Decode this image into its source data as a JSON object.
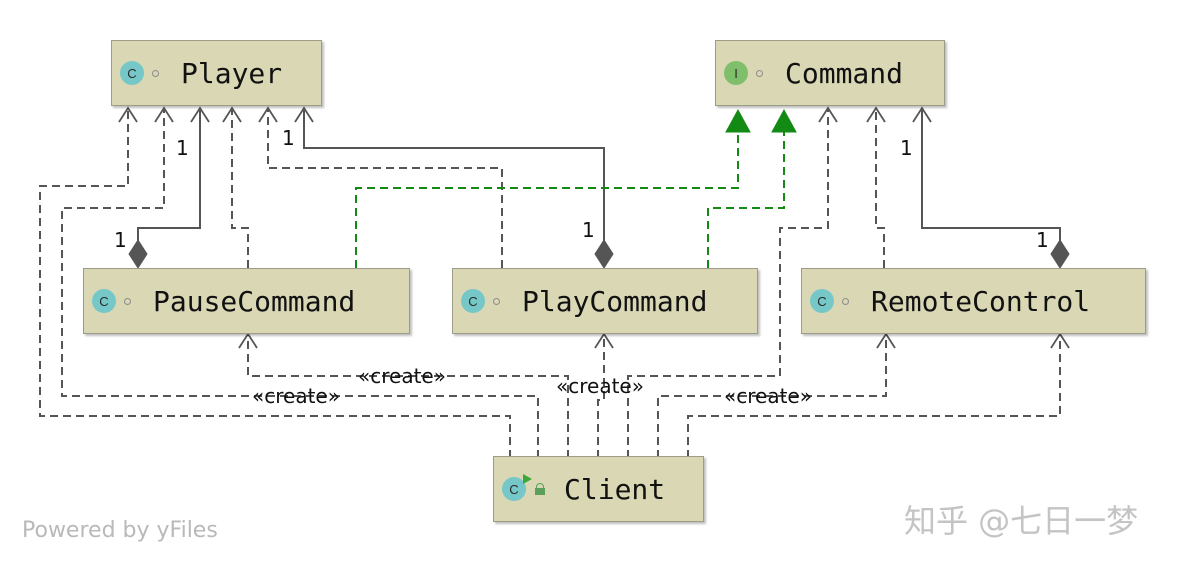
{
  "nodes": {
    "player": {
      "name": "Player",
      "badge": "C"
    },
    "command": {
      "name": "Command",
      "badge": "I"
    },
    "pause_command": {
      "name": "PauseCommand",
      "badge": "C"
    },
    "play_command": {
      "name": "PlayCommand",
      "badge": "C"
    },
    "remote_control": {
      "name": "RemoteControl",
      "badge": "C"
    },
    "client": {
      "name": "Client",
      "badge": "C"
    }
  },
  "multiplicities": {
    "player_pause_top": "1",
    "player_pause_bottom": "1",
    "player_play_top": "1",
    "player_play_bottom": "1",
    "command_remote_top": "1",
    "command_remote_bottom": "1"
  },
  "stereotypes": {
    "create_1": "«create»",
    "create_2": "«create»",
    "create_3": "«create»",
    "create_4": "«create»"
  },
  "watermarks": {
    "powered_by": "Powered by yFiles",
    "author": "知乎 @七日一梦"
  },
  "colors": {
    "node_fill": "#d9d7b4",
    "edge_gray": "#555555",
    "realization_green": "#138a13"
  }
}
